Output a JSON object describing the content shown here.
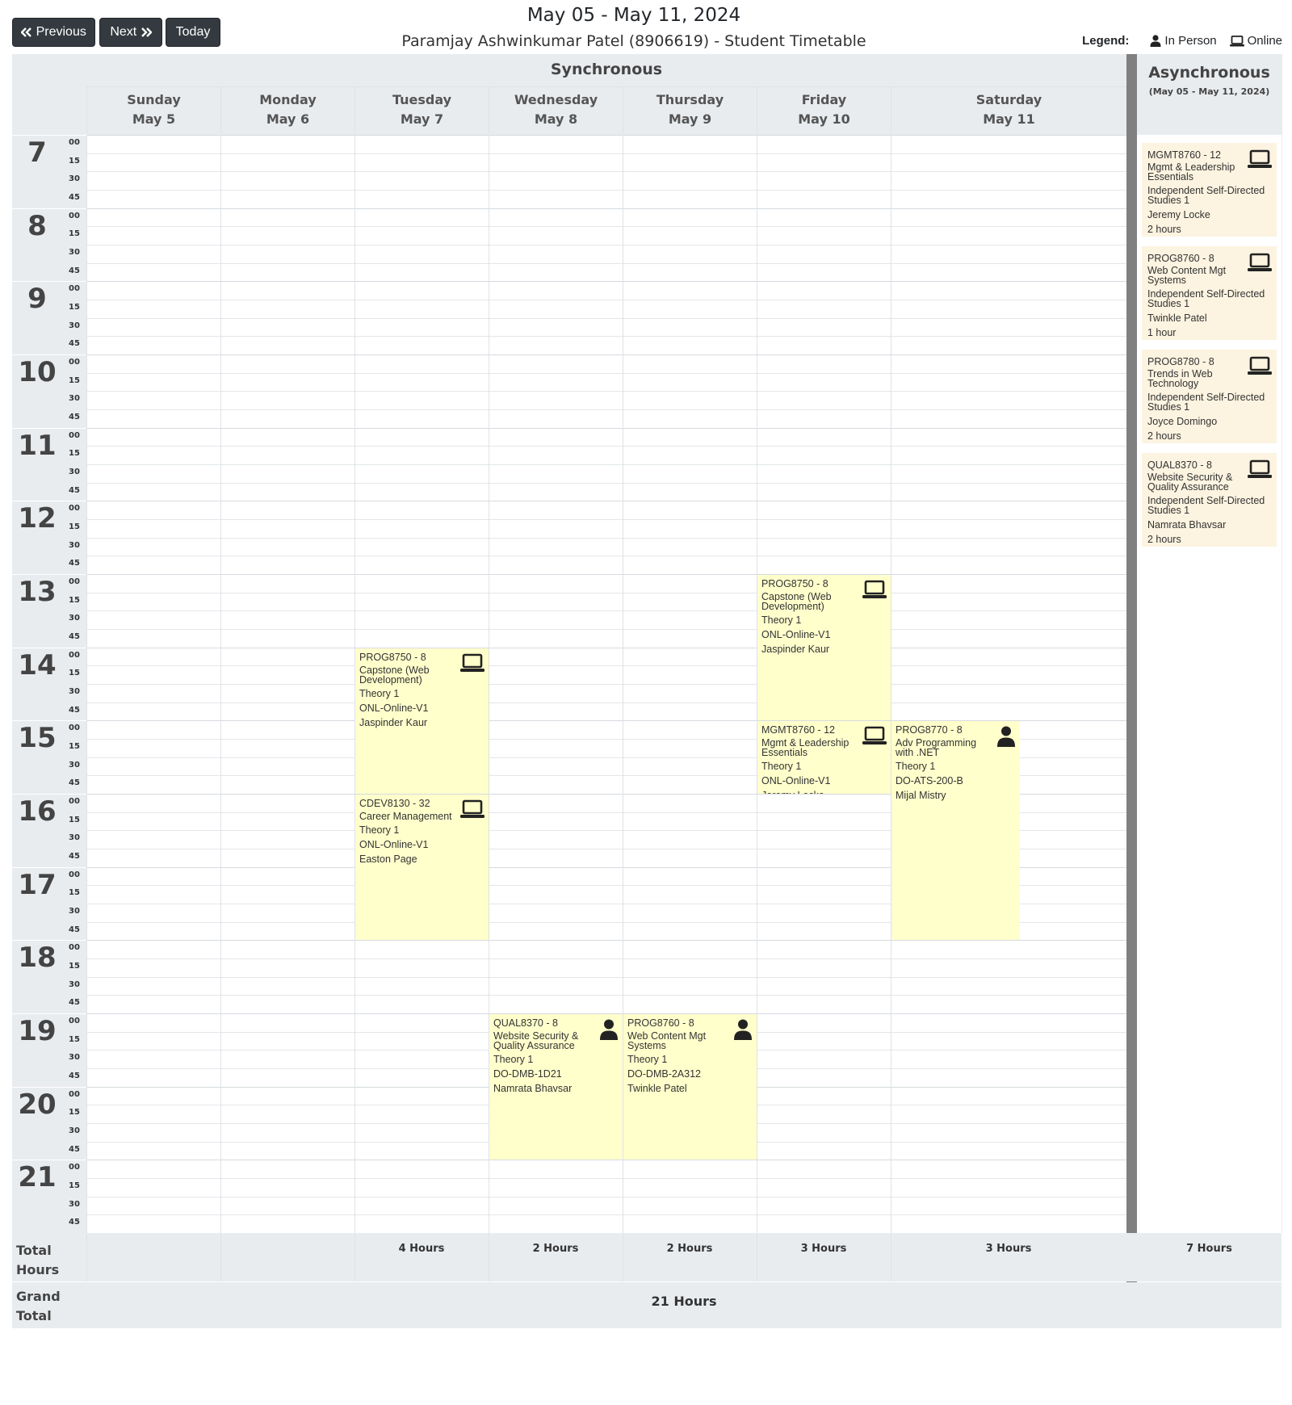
{
  "toolbar": {
    "previous_label": "Previous",
    "next_label": "Next",
    "today_label": "Today"
  },
  "header": {
    "title": "May 05 - May 11, 2024",
    "subtitle": "Paramjay Ashwinkumar Patel (8906619) - Student Timetable"
  },
  "legend": {
    "label": "Legend:",
    "in_person": "In Person",
    "online": "Online"
  },
  "sync": {
    "title": "Synchronous"
  },
  "days": [
    {
      "name": "Sunday",
      "date": "May 5"
    },
    {
      "name": "Monday",
      "date": "May 6"
    },
    {
      "name": "Tuesday",
      "date": "May 7"
    },
    {
      "name": "Wednesday",
      "date": "May 8"
    },
    {
      "name": "Thursday",
      "date": "May 9"
    },
    {
      "name": "Friday",
      "date": "May 10"
    },
    {
      "name": "Saturday",
      "date": "May 11"
    }
  ],
  "hours": [
    "7",
    "8",
    "9",
    "10",
    "11",
    "12",
    "13",
    "14",
    "15",
    "16",
    "17",
    "18",
    "19",
    "20",
    "21"
  ],
  "minutes": [
    "00",
    "15",
    "30",
    "45"
  ],
  "events": [
    {
      "day": 2,
      "start": 14,
      "end": 16,
      "mode": "online",
      "code": "PROG8750 - 8",
      "title": "Capstone (Web Development)",
      "type": "Theory 1",
      "room": "ONL-Online-V1",
      "instructor": "Jaspinder Kaur"
    },
    {
      "day": 2,
      "start": 16,
      "end": 18,
      "mode": "online",
      "code": "CDEV8130 - 32",
      "title": "Career Management",
      "type": "Theory 1",
      "room": "ONL-Online-V1",
      "instructor": "Easton Page"
    },
    {
      "day": 3,
      "start": 19,
      "end": 21,
      "mode": "in_person",
      "code": "QUAL8370 - 8",
      "title": "Website Security & Quality Assurance",
      "type": "Theory 1",
      "room": "DO-DMB-1D21",
      "instructor": "Namrata Bhavsar"
    },
    {
      "day": 4,
      "start": 19,
      "end": 21,
      "mode": "in_person",
      "code": "PROG8760 - 8",
      "title": "Web Content Mgt Systems",
      "type": "Theory 1",
      "room": "DO-DMB-2A312",
      "instructor": "Twinkle Patel"
    },
    {
      "day": 5,
      "start": 13,
      "end": 15,
      "mode": "online",
      "code": "PROG8750 - 8",
      "title": "Capstone (Web Development)",
      "type": "Theory 1",
      "room": "ONL-Online-V1",
      "instructor": "Jaspinder Kaur"
    },
    {
      "day": 5,
      "start": 15,
      "end": 16,
      "mode": "online",
      "code": "MGMT8760 - 12",
      "title": "Mgmt & Leadership Essentials",
      "type": "Theory 1",
      "room": "ONL-Online-V1",
      "instructor": "Jeremy Locke"
    },
    {
      "day": 6,
      "start": 15,
      "end": 18,
      "mode": "in_person",
      "code": "PROG8770 - 8",
      "title": "Adv Programming with .NET",
      "type": "Theory 1",
      "room": "DO-ATS-200-B",
      "instructor": "Mijal Mistry"
    }
  ],
  "async": {
    "title": "Asynchronous",
    "range": "(May 05 - May 11, 2024)",
    "items": [
      {
        "code": "MGMT8760 - 12",
        "title": "Mgmt & Leadership Essentials",
        "activity": "Independent Self-Directed Studies 1",
        "instructor": "Jeremy Locke",
        "duration": "2 hours"
      },
      {
        "code": "PROG8760 - 8",
        "title": "Web Content Mgt Systems",
        "activity": "Independent Self-Directed Studies 1",
        "instructor": "Twinkle Patel",
        "duration": "1 hour"
      },
      {
        "code": "PROG8780 - 8",
        "title": "Trends in Web Technology",
        "activity": "Independent Self-Directed Studies 1",
        "instructor": "Joyce Domingo",
        "duration": "2 hours"
      },
      {
        "code": "QUAL8370 - 8",
        "title": "Website Security & Quality Assurance",
        "activity": "Independent Self-Directed Studies 1",
        "instructor": "Namrata Bhavsar",
        "duration": "2 hours"
      }
    ]
  },
  "totals": {
    "label": "Total Hours",
    "days": [
      "",
      "",
      "4 Hours",
      "2 Hours",
      "2 Hours",
      "3 Hours",
      "3 Hours"
    ],
    "async": "7 Hours",
    "grand_label": "Grand Total",
    "grand": "21 Hours"
  }
}
